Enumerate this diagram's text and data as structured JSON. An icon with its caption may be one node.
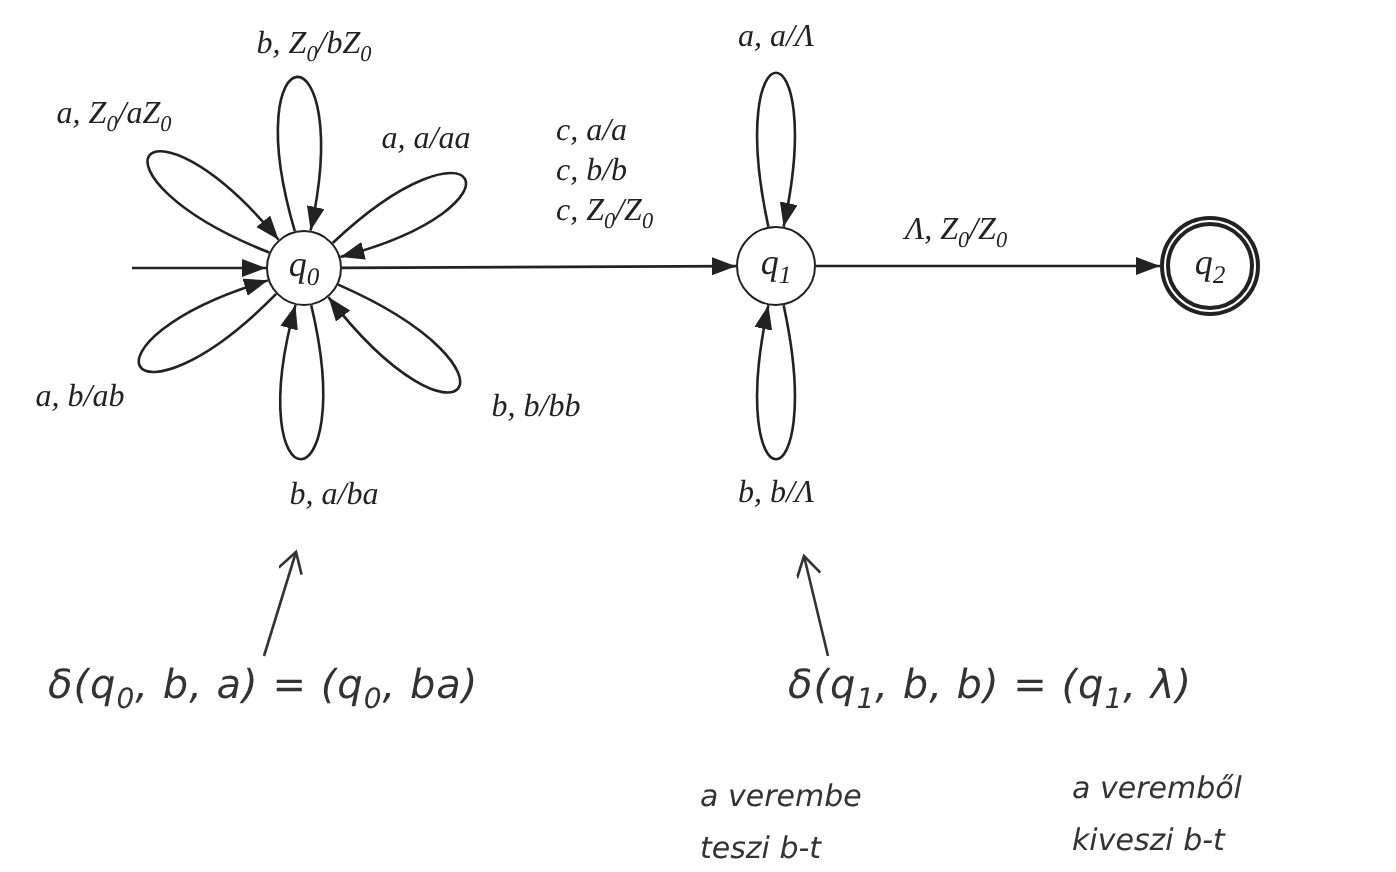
{
  "diagram": {
    "nodes": [
      {
        "text": [
          "q$_{0}$"
        ]
      },
      {
        "text": [
          "q$_{1}$"
        ]
      },
      {
        "text": [
          "q$_{2}$"
        ]
      },
      {
        "text": [
          "δ(q$_{0}$, b, a) = (q$_{0}$, ba)"
        ]
      },
      {
        "text": [
          "δ(q$_{1}$, b, b) = (q$_{1}$, λ)"
        ]
      }
    ],
    "labels": [
      "a verembe teszi b-t",
      "a veremből kiveszi b-t"
    ],
    "edges": [
      {
        "from": null,
        "to": 0,
        "arrow": "to"
      },
      {
        "from": 0,
        "to": 0,
        "arrow": "to",
        "label": "a, Z$_{0}$/aZ$_{0}$"
      },
      {
        "from": 0,
        "to": 0,
        "arrow": "to",
        "label": "b, Z$_{0}$/bZ$_{0}$"
      },
      {
        "from": 0,
        "to": 0,
        "arrow": "to",
        "label": "a, a/aa"
      },
      {
        "from": 0,
        "to": 0,
        "arrow": "to",
        "label": "a, b/ab"
      },
      {
        "from": 0,
        "to": 0,
        "arrow": "to",
        "label": "b, a/ba"
      },
      {
        "from": 0,
        "to": 0,
        "arrow": "to",
        "label": "b, b/bb"
      },
      {
        "from": 0,
        "to": 1,
        "arrow": "to",
        "label": "c, a/a c, b/b c, Z$_{0}$/Z$_{0}$"
      },
      {
        "from": 1,
        "to": 1,
        "arrow": "to",
        "label": "a, a/Λ"
      },
      {
        "from": 1,
        "to": 1,
        "arrow": "to",
        "label": "b, b/Λ"
      },
      {
        "from": 1,
        "to": 2,
        "arrow": "to",
        "label": "Λ, Z$_{0}$/Z$_{0}$"
      },
      {
        "from": 3,
        "to": null,
        "arrow": "to"
      },
      {
        "from": 4,
        "to": null,
        "arrow": "to"
      }
    ]
  }
}
